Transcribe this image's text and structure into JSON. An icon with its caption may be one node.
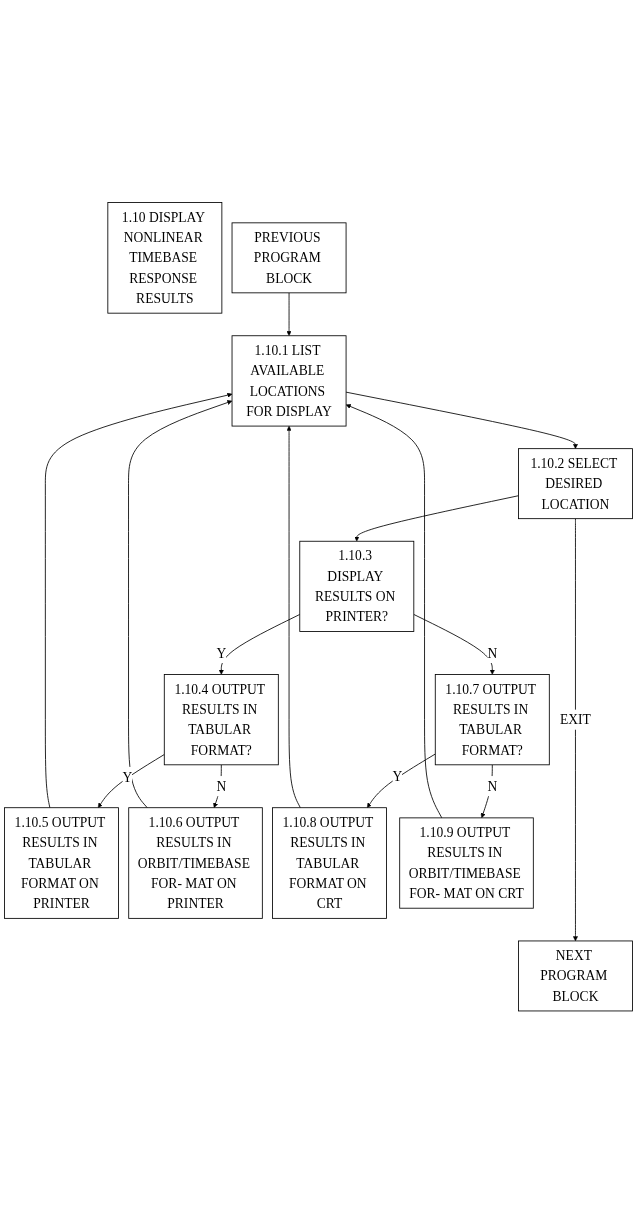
{
  "diagram": {
    "nodes": [
      {
        "text": [
          "1.10 DISPLAY NONLINEAR TIMEBASE RESPONSE RESULTS"
        ]
      },
      {
        "text": [
          "PREVIOUS PROGRAM BLOCK"
        ]
      },
      {
        "text": [
          "1.10.1 LIST AVAILABLE LOCATIONS FOR DISPLAY"
        ]
      },
      {
        "text": [
          "1.10.2 SELECT DESIRED LOCATION"
        ]
      },
      {
        "text": [
          "1.10.3 DISPLAY RESULTS ON PRINTER?"
        ]
      },
      {
        "text": [
          "1.10.4 OUTPUT RESULTS IN TABULAR FORMAT?"
        ]
      },
      {
        "text": [
          "1.10.5 OUTPUT RESULTS IN TABULAR FORMAT ON PRINTER"
        ]
      },
      {
        "text": [
          "1.10.6 OUTPUT RESULTS IN ORBIT/TIMEBASE FOR- MAT ON PRINTER"
        ]
      },
      {
        "text": [
          "1.10.7 OUTPUT RESULTS IN TABULAR FORMAT?"
        ]
      },
      {
        "text": [
          "1.10.8 OUTPUT RESULTS IN TABULAR FORMAT ON CRT"
        ]
      },
      {
        "text": [
          "1.10.9 OUTPUT RESULTS IN ORBIT/TIMEBASE FOR- MAT ON CRT"
        ]
      },
      {
        "text": [
          "NEXT PROGRAM BLOCK"
        ]
      }
    ],
    "edges": [
      {
        "from": 1,
        "to": 2,
        "arrow": "to"
      },
      {
        "from": 2,
        "to": 3,
        "arrow": "to"
      },
      {
        "from": 3,
        "to": 4,
        "arrow": "to"
      },
      {
        "from": 3,
        "to": 11,
        "arrow": "to",
        "label": "EXIT"
      },
      {
        "from": 4,
        "to": 5,
        "arrow": "to",
        "label": "Y"
      },
      {
        "from": 4,
        "to": 8,
        "arrow": "to",
        "label": "N"
      },
      {
        "from": 5,
        "to": 6,
        "arrow": "to",
        "label": "Y"
      },
      {
        "from": 5,
        "to": 7,
        "arrow": "to",
        "label": "N"
      },
      {
        "from": 6,
        "to": 2,
        "arrow": "to"
      },
      {
        "from": 7,
        "to": 2,
        "arrow": "to"
      },
      {
        "from": 8,
        "to": 9,
        "arrow": "to",
        "label": "Y"
      },
      {
        "from": 8,
        "to": 10,
        "arrow": "to",
        "label": "N"
      },
      {
        "from": 9,
        "to": 2,
        "arrow": "to"
      },
      {
        "from": 10,
        "to": 2,
        "arrow": "to"
      }
    ]
  }
}
